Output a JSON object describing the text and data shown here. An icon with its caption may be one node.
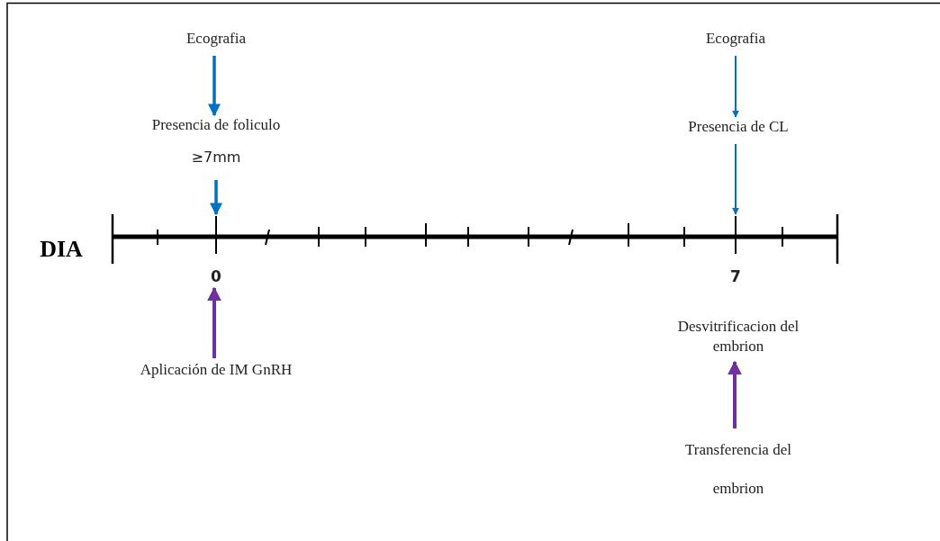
{
  "diagram": {
    "nodes": [
      {
        "text": [
          "Ecografia"
        ]
      },
      {
        "text": [
          "Presencia de foliculo",
          "≥7mm"
        ]
      },
      {
        "text": [
          "0",
          "7"
        ]
      },
      {
        "text": [
          "Aplicación de IM GnRH"
        ]
      },
      {
        "text": [
          "Ecografia"
        ]
      },
      {
        "text": [
          "Presencia de CL"
        ]
      },
      {
        "text": [
          "Desvitrificacion del embrion"
        ]
      },
      {
        "text": [
          "Transferencia del embrion"
        ]
      }
    ],
    "edges": [
      {
        "from": 0,
        "to": 1,
        "arrow": "to"
      },
      {
        "from": 1,
        "to": 2,
        "arrow": "to"
      },
      {
        "from": 3,
        "to": 2,
        "arrow": "to",
        "color": "#7030a0"
      },
      {
        "from": 4,
        "to": 5,
        "arrow": "to"
      },
      {
        "from": 5,
        "to": 2,
        "arrow": "to"
      },
      {
        "from": 7,
        "to": 6,
        "arrow": "to",
        "color": "#7030a0"
      }
    ],
    "labels": [
      "DIA"
    ]
  }
}
